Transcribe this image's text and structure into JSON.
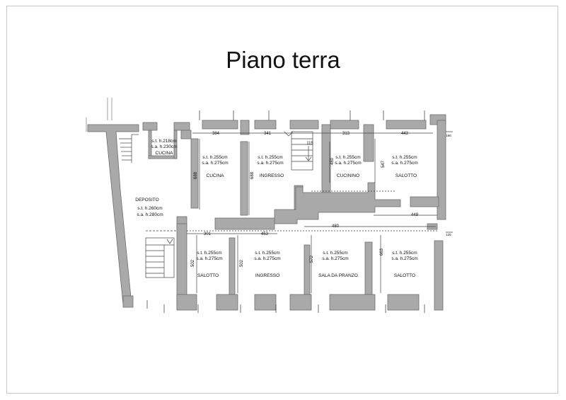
{
  "title": "Piano terra",
  "colors": {
    "wall": "#a9a9a9",
    "wall_stroke": "#6e6e6e",
    "line": "#444444"
  },
  "rooms": [
    {
      "id": "deposito",
      "name": "DEPOSITO",
      "st": "s.t. h.260cm",
      "sa": "s.a. h.280cm"
    },
    {
      "id": "cucina-small",
      "name": "CUCINA",
      "st": "s.t. h.218cm",
      "sa": "s.a. h.230cm"
    },
    {
      "id": "cucina",
      "name": "CUCINA",
      "st": "s.t. h.255cm",
      "sa": "s.a. h.275cm"
    },
    {
      "id": "ingresso-top",
      "name": "INGRESSO",
      "st": "s.t. h.255cm",
      "sa": "s.a. h.275cm"
    },
    {
      "id": "cucinino",
      "name": "CUCININO",
      "st": "s.t. h.255cm",
      "sa": "s.a. h.275cm"
    },
    {
      "id": "salotto-top",
      "name": "SALOTTO",
      "st": "s.t. h.255cm",
      "sa": "s.a. h.275cm"
    },
    {
      "id": "salotto-bl",
      "name": "SALOTTO",
      "st": "s.t. h.255cm",
      "sa": "s.a. h.275cm"
    },
    {
      "id": "ingresso-bottom",
      "name": "INGRESSO",
      "st": "s.t. h.255cm",
      "sa": "s.a. h.275cm"
    },
    {
      "id": "sala-pranzo",
      "name": "SALA DA PRANZO",
      "st": "s.t. h.255cm",
      "sa": "s.a. h.275cm"
    },
    {
      "id": "salotto-br",
      "name": "SALOTTO",
      "st": "s.t. h.255cm",
      "sa": "s.a. h.275cm"
    }
  ],
  "dimensions": {
    "d384": "384",
    "d341": "341",
    "d313": "313",
    "d443": "443",
    "d115": "115",
    "d688a": "688",
    "d688b": "688",
    "d480v": "480",
    "d547": "547",
    "d449": "449",
    "d301": "301",
    "d453": "453",
    "d480h": "480",
    "d502a": "502",
    "d502b": "502",
    "d572": "572",
    "d663": "663",
    "d166": "166",
    "d125": "125"
  }
}
